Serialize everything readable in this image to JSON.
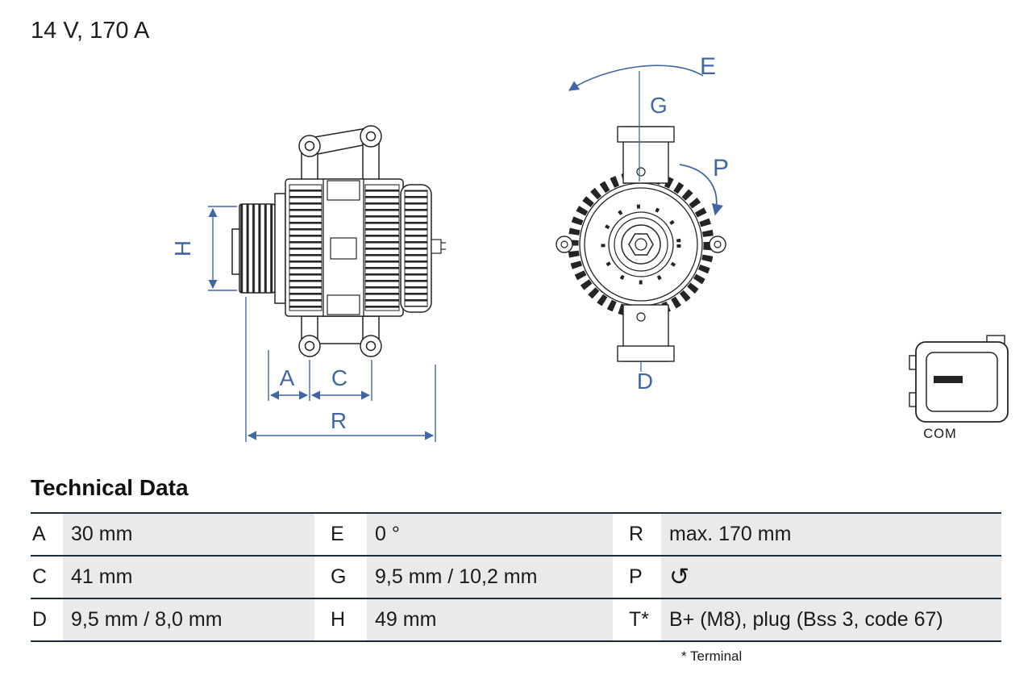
{
  "title": "14 V, 170 A",
  "diagram": {
    "side_view_labels": {
      "h": "H",
      "a": "A",
      "c": "C",
      "r": "R"
    },
    "front_view_labels": {
      "e": "E",
      "g": "G",
      "p": "P",
      "d": "D"
    },
    "connector_label": "COM"
  },
  "technical_data": {
    "heading": "Technical Data",
    "rows": [
      [
        {
          "key": "A",
          "value": "30 mm"
        },
        {
          "key": "E",
          "value": "0 °"
        },
        {
          "key": "R",
          "value": "max. 170 mm"
        }
      ],
      [
        {
          "key": "C",
          "value": "41 mm"
        },
        {
          "key": "G",
          "value": "9,5 mm / 10,2 mm"
        },
        {
          "key": "P",
          "value": "",
          "icon": "↺"
        }
      ],
      [
        {
          "key": "D",
          "value": "9,5 mm / 8,0 mm"
        },
        {
          "key": "H",
          "value": "49 mm"
        },
        {
          "key": "T*",
          "value": "B+ (M8), plug (Bss 3, code 67)"
        }
      ]
    ],
    "footnote": "* Terminal"
  },
  "colors": {
    "dimension_blue": "#4066a6",
    "drawing_line": "#242424",
    "table_rule": "#1a2b3a",
    "value_cell_gray": "#e8eaeb"
  }
}
